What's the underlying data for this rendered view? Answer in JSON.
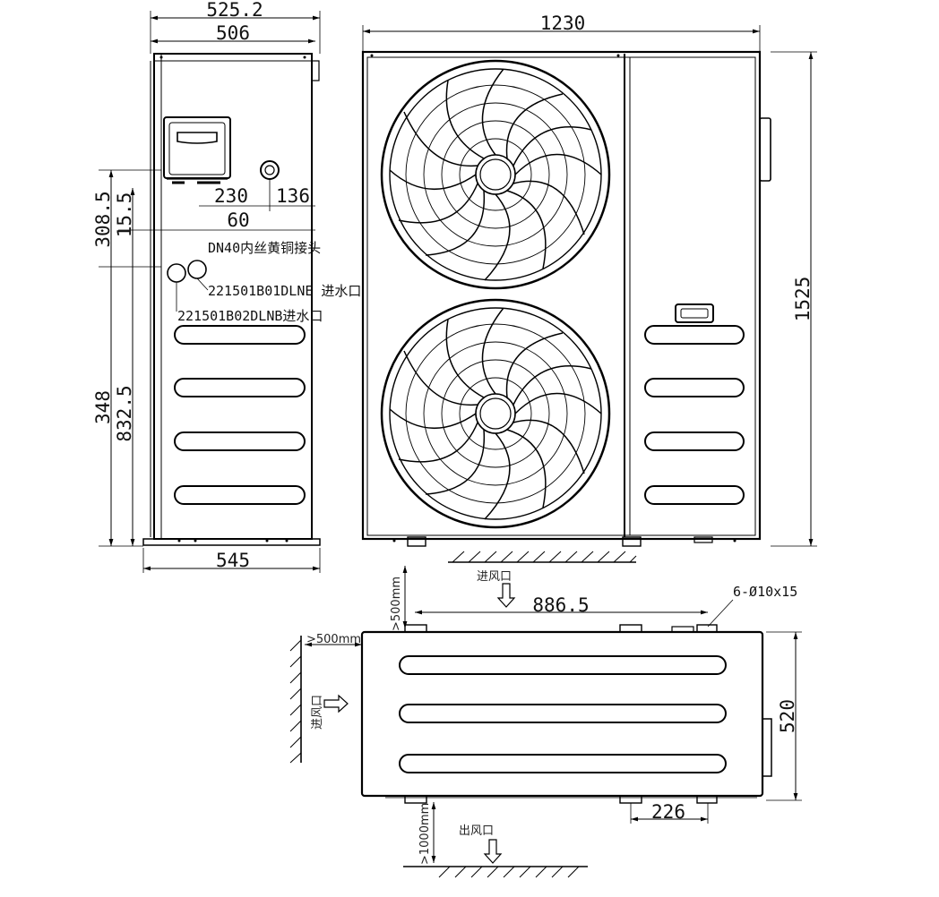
{
  "side_view": {
    "dim_top_outer": "525.2",
    "dim_top_inner": "506",
    "dim_bottom": "545",
    "dim_left_1": "308.5",
    "dim_left_2": "15.5",
    "dim_left_3": "348",
    "dim_left_4": "832.5",
    "dim_h_230": "230",
    "dim_h_136": "136",
    "dim_h_60": "60",
    "connector_note": "DN40内丝黄铜接头",
    "inlet_1_label": "221501B01DLNE 进水口",
    "inlet_2_label": "221501B02DLNB进水口"
  },
  "front_view": {
    "dim_width": "1230",
    "dim_height": "1525"
  },
  "top_view": {
    "air_inlet_top": "进风口",
    "clearance_top": ">500mm",
    "dim_886": "886.5",
    "holes_note": "6-Ø10x15",
    "clearance_left": ">500mm",
    "air_inlet_left": "进风口",
    "dim_depth": "520",
    "dim_226": "226",
    "clearance_bottom": ">1000mm",
    "air_outlet": "出风口"
  }
}
